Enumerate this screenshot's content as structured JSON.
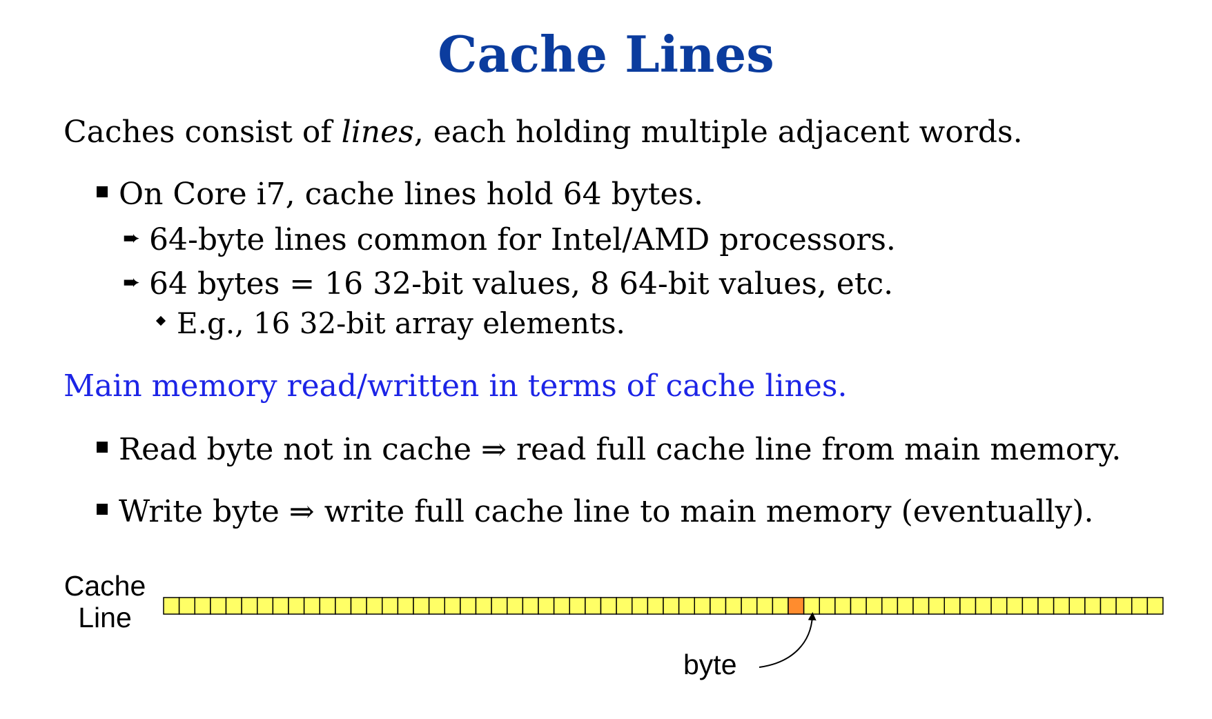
{
  "slide": {
    "title": "Cache Lines",
    "intro": {
      "before": "Caches consist of ",
      "italic": "lines",
      "after": ", each holding multiple adjacent words."
    },
    "bullets": [
      "On Core i7, cache lines hold 64 bytes."
    ],
    "sub_bullets": [
      "64-byte lines common for Intel/AMD processors.",
      "64 bytes = 16 32-bit values, 8 64-bit values, etc."
    ],
    "sub_sub_bullets": [
      "E.g., 16 32-bit array elements."
    ],
    "highlight": "Main memory read/written in terms of cache lines.",
    "memory_bullets": [
      "Read byte not in cache ⇒ read full cache line from main memory.",
      "Write byte ⇒ write full cache line to main memory (eventually)."
    ]
  },
  "diagram": {
    "cache_line_label_line1": "Cache",
    "cache_line_label_line2": "Line",
    "byte_label": "byte",
    "cell_count": 64,
    "highlighted_cell": 40,
    "colors": {
      "cell_fill": "#ffff66",
      "highlight_fill": "#ff8c2e",
      "cell_stroke": "#000000",
      "title": "#0b3c9e",
      "emphasis": "#1c24e6"
    }
  }
}
